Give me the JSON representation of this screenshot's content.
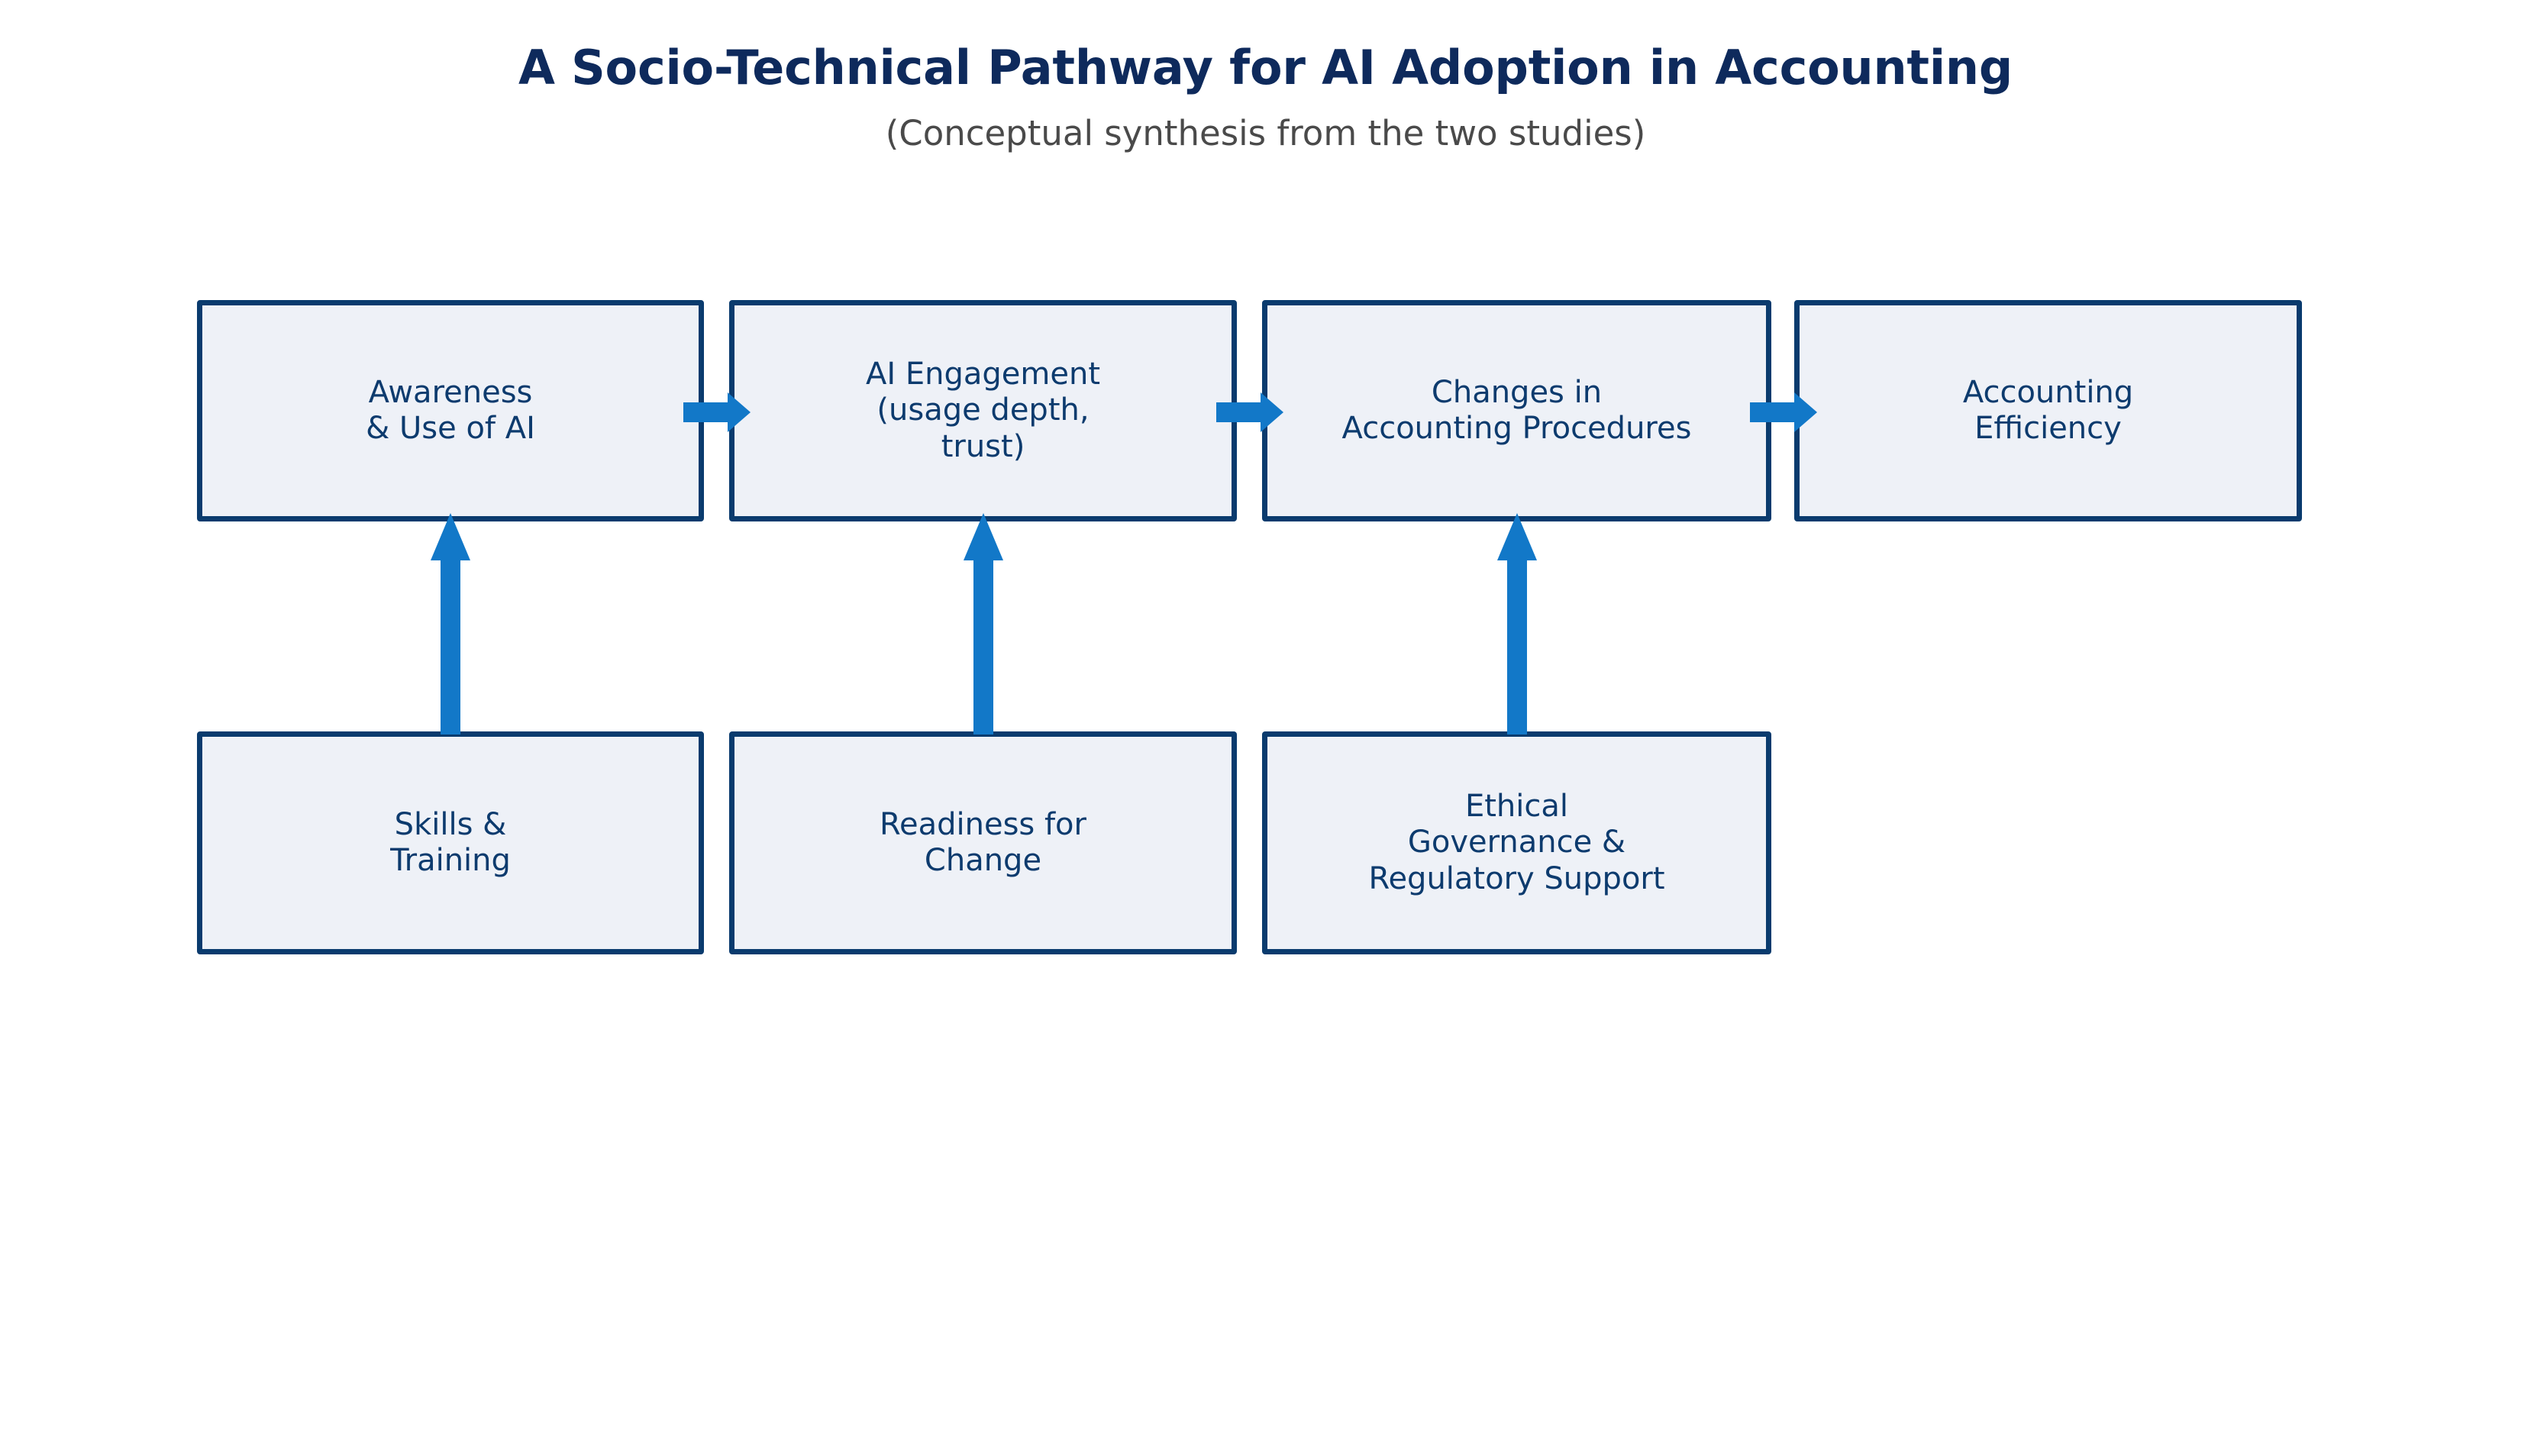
{
  "figure": {
    "title": "A Socio-Technical Pathway for AI Adoption in Accounting",
    "subtitle": "(Conceptual synthesis from the two studies)",
    "colors": {
      "background": "#ffffff",
      "title_text": "#0e2a5c",
      "subtitle_text": "#4a4a4a",
      "node_fill": "#eef1f7",
      "node_border": "#0a3b6e",
      "node_text": "#0d3b6e",
      "arrow": "#1278c8"
    }
  },
  "chart_data": {
    "type": "diagram",
    "title": "A Socio-Technical Pathway for AI Adoption in Accounting",
    "subtitle": "(Conceptual synthesis from the two studies)",
    "layout": "two-row flow: 4 sequential outcome nodes on top, 3 enabler nodes below",
    "nodes": [
      {
        "id": "awareness",
        "row": "top",
        "order": 1,
        "label": "Awareness\n& Use of AI"
      },
      {
        "id": "engagement",
        "row": "top",
        "order": 2,
        "label": "AI Engagement\n(usage depth,\ntrust)"
      },
      {
        "id": "procedures",
        "row": "top",
        "order": 3,
        "label": "Changes in\nAccounting Procedures"
      },
      {
        "id": "efficiency",
        "row": "top",
        "order": 4,
        "label": "Accounting\nEfficiency"
      },
      {
        "id": "skills",
        "row": "bottom",
        "order": 1,
        "label": "Skills &\nTraining"
      },
      {
        "id": "readiness",
        "row": "bottom",
        "order": 2,
        "label": "Readiness for\nChange"
      },
      {
        "id": "governance",
        "row": "bottom",
        "order": 3,
        "label": "Ethical\nGovernance &\nRegulatory Support"
      }
    ],
    "edges": [
      {
        "from": "awareness",
        "to": "engagement",
        "direction": "horizontal"
      },
      {
        "from": "engagement",
        "to": "procedures",
        "direction": "horizontal"
      },
      {
        "from": "procedures",
        "to": "efficiency",
        "direction": "horizontal"
      },
      {
        "from": "skills",
        "to": "awareness",
        "direction": "vertical-up"
      },
      {
        "from": "readiness",
        "to": "engagement",
        "direction": "vertical-up"
      },
      {
        "from": "governance",
        "to": "procedures",
        "direction": "vertical-up"
      }
    ]
  },
  "nodes": {
    "top": [
      {
        "label": "Awareness\n& Use of AI"
      },
      {
        "label": "AI Engagement\n(usage depth,\ntrust)"
      },
      {
        "label": "Changes in\nAccounting Procedures"
      },
      {
        "label": "Accounting\nEfficiency"
      }
    ],
    "bottom": [
      {
        "label": "Skills &\nTraining"
      },
      {
        "label": "Readiness for\nChange"
      },
      {
        "label": "Ethical\nGovernance &\nRegulatory Support"
      }
    ]
  }
}
